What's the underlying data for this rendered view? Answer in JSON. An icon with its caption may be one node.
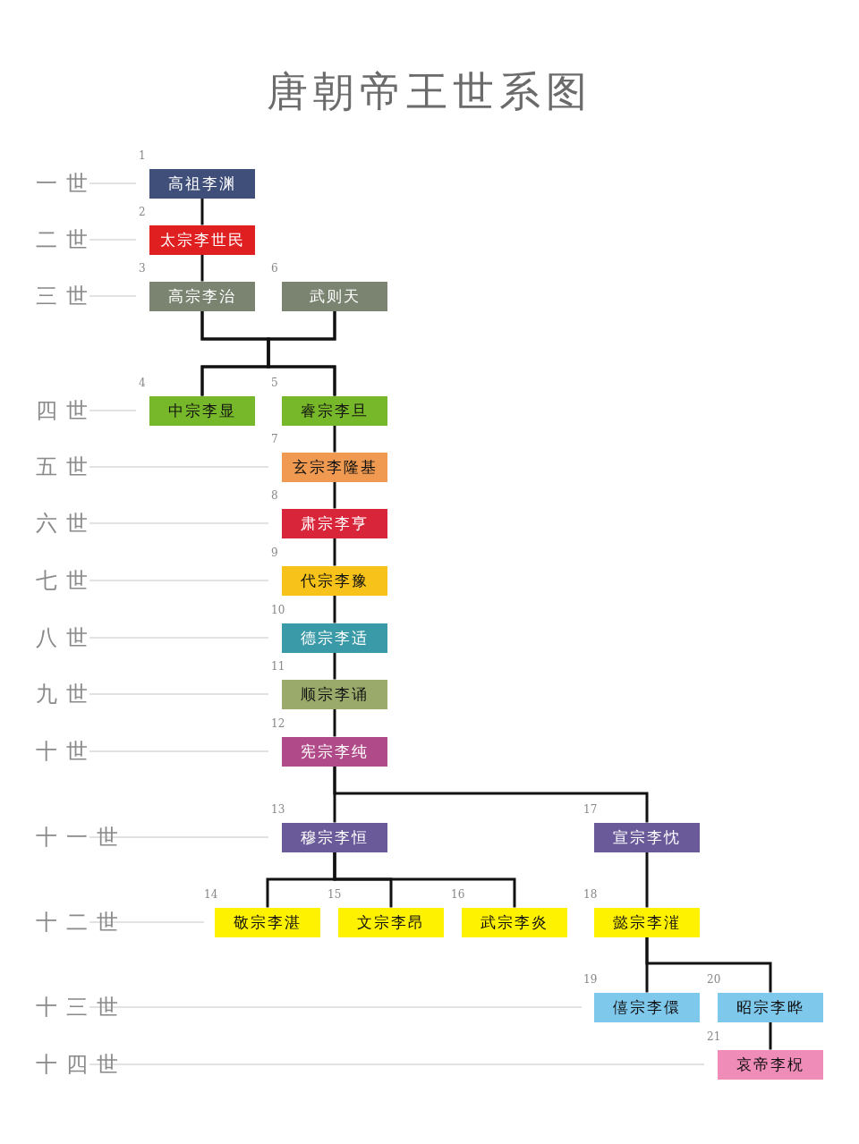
{
  "diagram": {
    "title": "唐朝帝王世系图",
    "nodes": [
      {
        "text": [
          "高祖李渊"
        ],
        "beside": [
          "1"
        ]
      },
      {
        "text": [
          "太宗李世民"
        ],
        "beside": [
          "2"
        ]
      },
      {
        "text": [
          "高宗李治"
        ],
        "beside": [
          "3"
        ]
      },
      {
        "text": [
          "武则天"
        ],
        "beside": [
          "6"
        ]
      },
      {
        "text": [
          "中宗李显"
        ],
        "beside": [
          "4"
        ]
      },
      {
        "text": [
          "睿宗李旦"
        ],
        "beside": [
          "5"
        ]
      },
      {
        "text": [
          "玄宗李隆基"
        ],
        "beside": [
          "7"
        ]
      },
      {
        "text": [
          "肃宗李亨"
        ],
        "beside": [
          "8"
        ]
      },
      {
        "text": [
          "代宗李豫"
        ],
        "beside": [
          "9"
        ]
      },
      {
        "text": [
          "德宗李适"
        ],
        "beside": [
          "10"
        ]
      },
      {
        "text": [
          "顺宗李诵"
        ],
        "beside": [
          "11"
        ]
      },
      {
        "text": [
          "宪宗李纯"
        ],
        "beside": [
          "12"
        ]
      },
      {
        "text": [
          "穆宗李恒"
        ],
        "beside": [
          "13"
        ]
      },
      {
        "text": [
          "宣宗李忱"
        ],
        "beside": [
          "17"
        ]
      },
      {
        "text": [
          "敬宗李湛"
        ],
        "beside": [
          "14"
        ]
      },
      {
        "text": [
          "文宗李昂"
        ],
        "beside": [
          "15"
        ]
      },
      {
        "text": [
          "武宗李炎"
        ],
        "beside": [
          "16"
        ]
      },
      {
        "text": [
          "懿宗李漼"
        ],
        "beside": [
          "18"
        ]
      },
      {
        "text": [
          "僖宗李儇"
        ],
        "beside": [
          "19"
        ]
      },
      {
        "text": [
          "昭宗李晔"
        ],
        "beside": [
          "20"
        ]
      },
      {
        "text": [
          "哀帝李柷"
        ],
        "beside": [
          "21"
        ]
      }
    ],
    "edges": [
      {
        "from": 0,
        "to": 1,
        "arrow": "none"
      },
      {
        "from": 1,
        "to": 2,
        "arrow": "none"
      },
      {
        "from": 2,
        "to": 4,
        "arrow": "none"
      },
      {
        "from": 2,
        "to": 5,
        "arrow": "none"
      },
      {
        "from": 3,
        "to": 4,
        "arrow": "none"
      },
      {
        "from": 3,
        "to": 5,
        "arrow": "none"
      },
      {
        "from": 5,
        "to": 6,
        "arrow": "none"
      },
      {
        "from": 6,
        "to": 7,
        "arrow": "none"
      },
      {
        "from": 7,
        "to": 8,
        "arrow": "none"
      },
      {
        "from": 8,
        "to": 9,
        "arrow": "none"
      },
      {
        "from": 9,
        "to": 10,
        "arrow": "none"
      },
      {
        "from": 10,
        "to": 11,
        "arrow": "none"
      },
      {
        "from": 11,
        "to": 12,
        "arrow": "none"
      },
      {
        "from": 11,
        "to": 13,
        "arrow": "none"
      },
      {
        "from": 12,
        "to": 14,
        "arrow": "none"
      },
      {
        "from": 12,
        "to": 15,
        "arrow": "none"
      },
      {
        "from": 12,
        "to": 16,
        "arrow": "none"
      },
      {
        "from": 13,
        "to": 17,
        "arrow": "none"
      },
      {
        "from": 17,
        "to": 18,
        "arrow": "none"
      },
      {
        "from": 17,
        "to": 19,
        "arrow": "none"
      },
      {
        "from": 19,
        "to": 20,
        "arrow": "none"
      }
    ],
    "labels": [
      "一世",
      "二世",
      "三世",
      "四世",
      "五世",
      "六世",
      "七世",
      "八世",
      "九世",
      "十世",
      "十一世",
      "十二世",
      "十三世",
      "十四世"
    ]
  }
}
